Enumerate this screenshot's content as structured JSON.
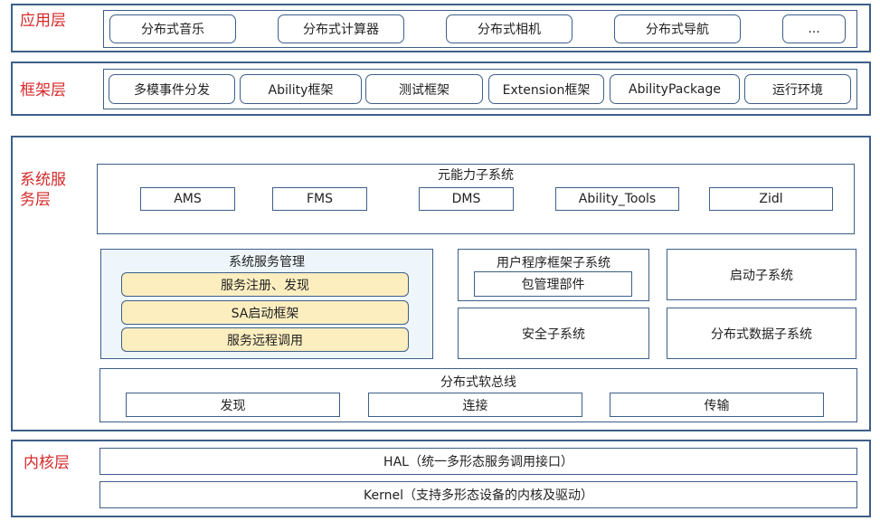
{
  "app_layer": {
    "label": "应用层",
    "items": [
      "分布式音乐",
      "分布式计算器",
      "分布式相机",
      "分布式导航",
      "..."
    ]
  },
  "framework_layer": {
    "label": "框架层",
    "items": [
      "多模事件分发",
      "Ability框架",
      "测试框架",
      "Extension框架",
      "AbilityPackage",
      "运行环境"
    ]
  },
  "service_layer": {
    "label_line1": "系统服",
    "label_line2": "务层",
    "ability_subsystem": {
      "title": "元能力子系统",
      "items": [
        "AMS",
        "FMS",
        "DMS",
        "Ability_Tools",
        "Zidl"
      ]
    },
    "samgr": {
      "title": "系统服务管理",
      "items": [
        "服务注册、发现",
        "SA启动框架",
        "服务远程调用"
      ]
    },
    "user_app_framework": {
      "title": "用户程序框架子系统",
      "item": "包管理部件"
    },
    "startup_subsystem": "启动子系统",
    "security_subsystem": "安全子系统",
    "distributed_data_subsystem": "分布式数据子系统",
    "softbus": {
      "title": "分布式软总线",
      "items": [
        "发现",
        "连接",
        "传输"
      ]
    }
  },
  "kernel_layer": {
    "label": "内核层",
    "hal": "HAL（统一多形态服务调用接口）",
    "kernel": "Kernel（支持多形态设备的内核及驱动）"
  }
}
